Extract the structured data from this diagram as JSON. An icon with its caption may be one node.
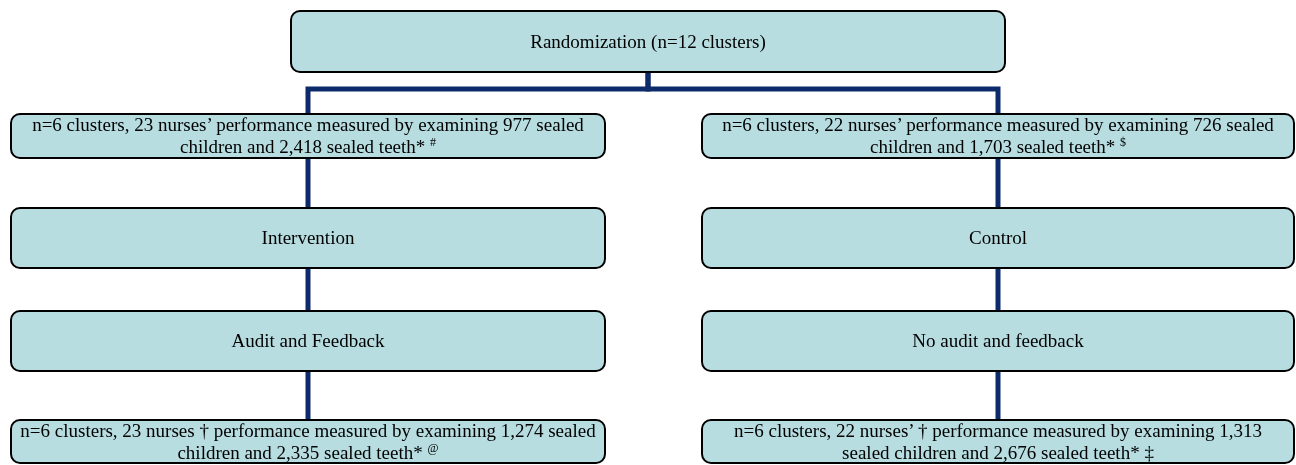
{
  "diagram": {
    "nodes": [
      {
        "text": [
          "Randomization (n=12 clusters)"
        ]
      },
      {
        "text": [
          "n=6 clusters, 23 nurses’ performance measured by examining 977 sealed children and 2,418 sealed teeth* $^{#}$"
        ]
      },
      {
        "text": [
          "n=6 clusters, 22 nurses’ performance measured by examining 726 sealed children and 1,703 sealed teeth* $^{$}$"
        ]
      },
      {
        "text": [
          "Intervention"
        ]
      },
      {
        "text": [
          "Control"
        ]
      },
      {
        "text": [
          "Audit and Feedback"
        ]
      },
      {
        "text": [
          "No audit and feedback"
        ]
      },
      {
        "text": [
          "n=6 clusters, 23 nurses † performance measured by examining 1,274 sealed children and 2,335 sealed teeth* $^{@}$"
        ]
      },
      {
        "text": [
          "n=6 clusters, 22 nurses’ † performance measured by examining 1,313 sealed children and 2,676 sealed teeth* ‡"
        ]
      }
    ],
    "edges": [
      {
        "from": 0,
        "to": 1,
        "arrow": "none"
      },
      {
        "from": 0,
        "to": 2,
        "arrow": "none"
      },
      {
        "from": 1,
        "to": 3,
        "arrow": "none"
      },
      {
        "from": 2,
        "to": 4,
        "arrow": "none"
      },
      {
        "from": 3,
        "to": 5,
        "arrow": "none"
      },
      {
        "from": 4,
        "to": 6,
        "arrow": "none"
      },
      {
        "from": 5,
        "to": 7,
        "arrow": "none"
      },
      {
        "from": 6,
        "to": 8,
        "arrow": "none"
      }
    ]
  }
}
